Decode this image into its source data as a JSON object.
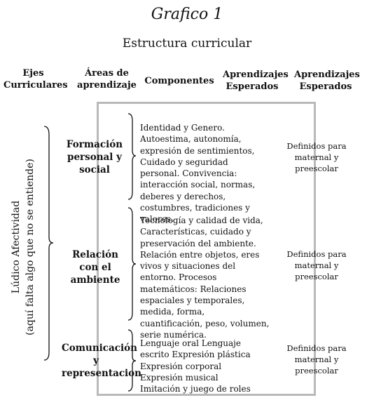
{
  "title": "Grafico 1",
  "subtitle": "Estructura curricular",
  "headers": {
    "ejes": "Ejes Curriculares",
    "areas": "Áreas de aprendizaje",
    "componentes": "Componentes",
    "aprendizajes1": "Aprendizajes Esperados",
    "aprendizajes2": "Aprendizajes Esperados"
  },
  "eje": {
    "line1": "Lúdico Afectividad",
    "line2": "(aquí falta algo que no se entiende)"
  },
  "rows": [
    {
      "area": "Formación personal y social",
      "componentes": "Identidad y Genero. Autoestima, autonomía, expresión de sentimientos, Cuidado y seguridad personal. Convivencia: interacción social, normas, deberes y derechos, costumbres, tradiciones y valores.",
      "esperados": "Definidos para maternal y preescolar"
    },
    {
      "area": "Relación con el ambiente",
      "componentes": "Tecnología y calidad de vida, Características, cuidado y preservación del ambiente. Relación entre objetos, eres vivos y situaciones del entorno. Procesos matemáticos: Relaciones espaciales y temporales, medida, forma, cuantificación, peso, volumen, serie numérica.",
      "esperados": "Definidos para maternal y preescolar"
    },
    {
      "area": "Comunicación y representacion",
      "componentes": "Lenguaje oral Lenguaje escrito Expresión plástica Expresión corporal Expresión musical Imitación y juego de roles",
      "esperados": "Definidos para maternal y preescolar"
    }
  ]
}
